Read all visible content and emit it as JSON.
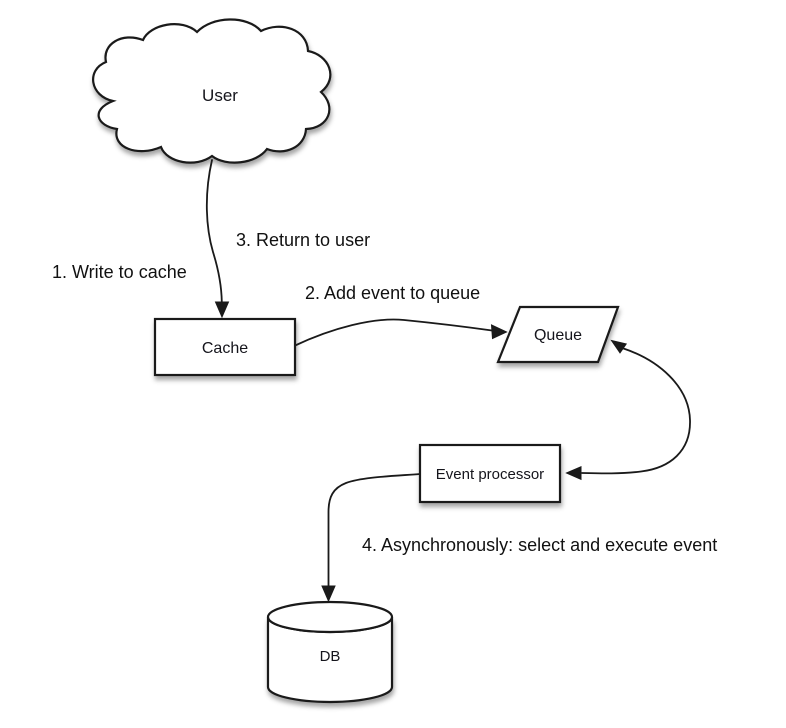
{
  "diagram": {
    "background": "#ffffff",
    "stroke_color": "#1a1a1a",
    "fill_color": "#ffffff",
    "text_color": "#111111",
    "nodes": {
      "user": {
        "label": "User",
        "shape": "cloud"
      },
      "cache": {
        "label": "Cache",
        "shape": "rectangle"
      },
      "queue": {
        "label": "Queue",
        "shape": "parallelogram"
      },
      "event_processor": {
        "label": "Event processor",
        "shape": "rectangle"
      },
      "db": {
        "label": "DB",
        "shape": "cylinder"
      }
    },
    "annotations": {
      "step1": {
        "text": "1. Write to cache"
      },
      "step2": {
        "text": "2. Add event to queue"
      },
      "step3": {
        "text": "3. Return to user"
      },
      "step4": {
        "text": "4. Asynchronously: select and execute event"
      }
    },
    "edges": [
      {
        "from": "user",
        "to": "cache",
        "style": "curved",
        "arrows": "end"
      },
      {
        "from": "cache",
        "to": "queue",
        "style": "curved",
        "arrows": "end"
      },
      {
        "from": "queue",
        "to": "event_processor",
        "style": "curved",
        "arrows": "both"
      },
      {
        "from": "event_processor",
        "to": "db",
        "style": "curved",
        "arrows": "end"
      }
    ]
  }
}
